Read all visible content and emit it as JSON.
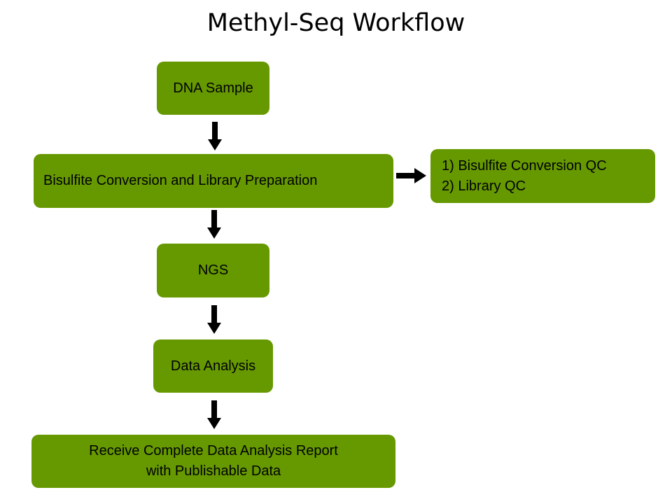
{
  "title": "Methyl-Seq Workflow",
  "steps": [
    {
      "label": "DNA Sample"
    },
    {
      "label": "Bisulfite Conversion and Library Preparation"
    },
    {
      "label": "NGS"
    },
    {
      "label": "Data Analysis"
    },
    {
      "label_lines": [
        "Receive Complete Data Analysis Report",
        "with Publishable Data"
      ]
    }
  ],
  "qc_box": {
    "lines": [
      "1) Bisulfite Conversion QC",
      "2) Library QC"
    ]
  },
  "colors": {
    "box_fill": "#669900",
    "arrow": "#000000",
    "text": "#000000"
  }
}
